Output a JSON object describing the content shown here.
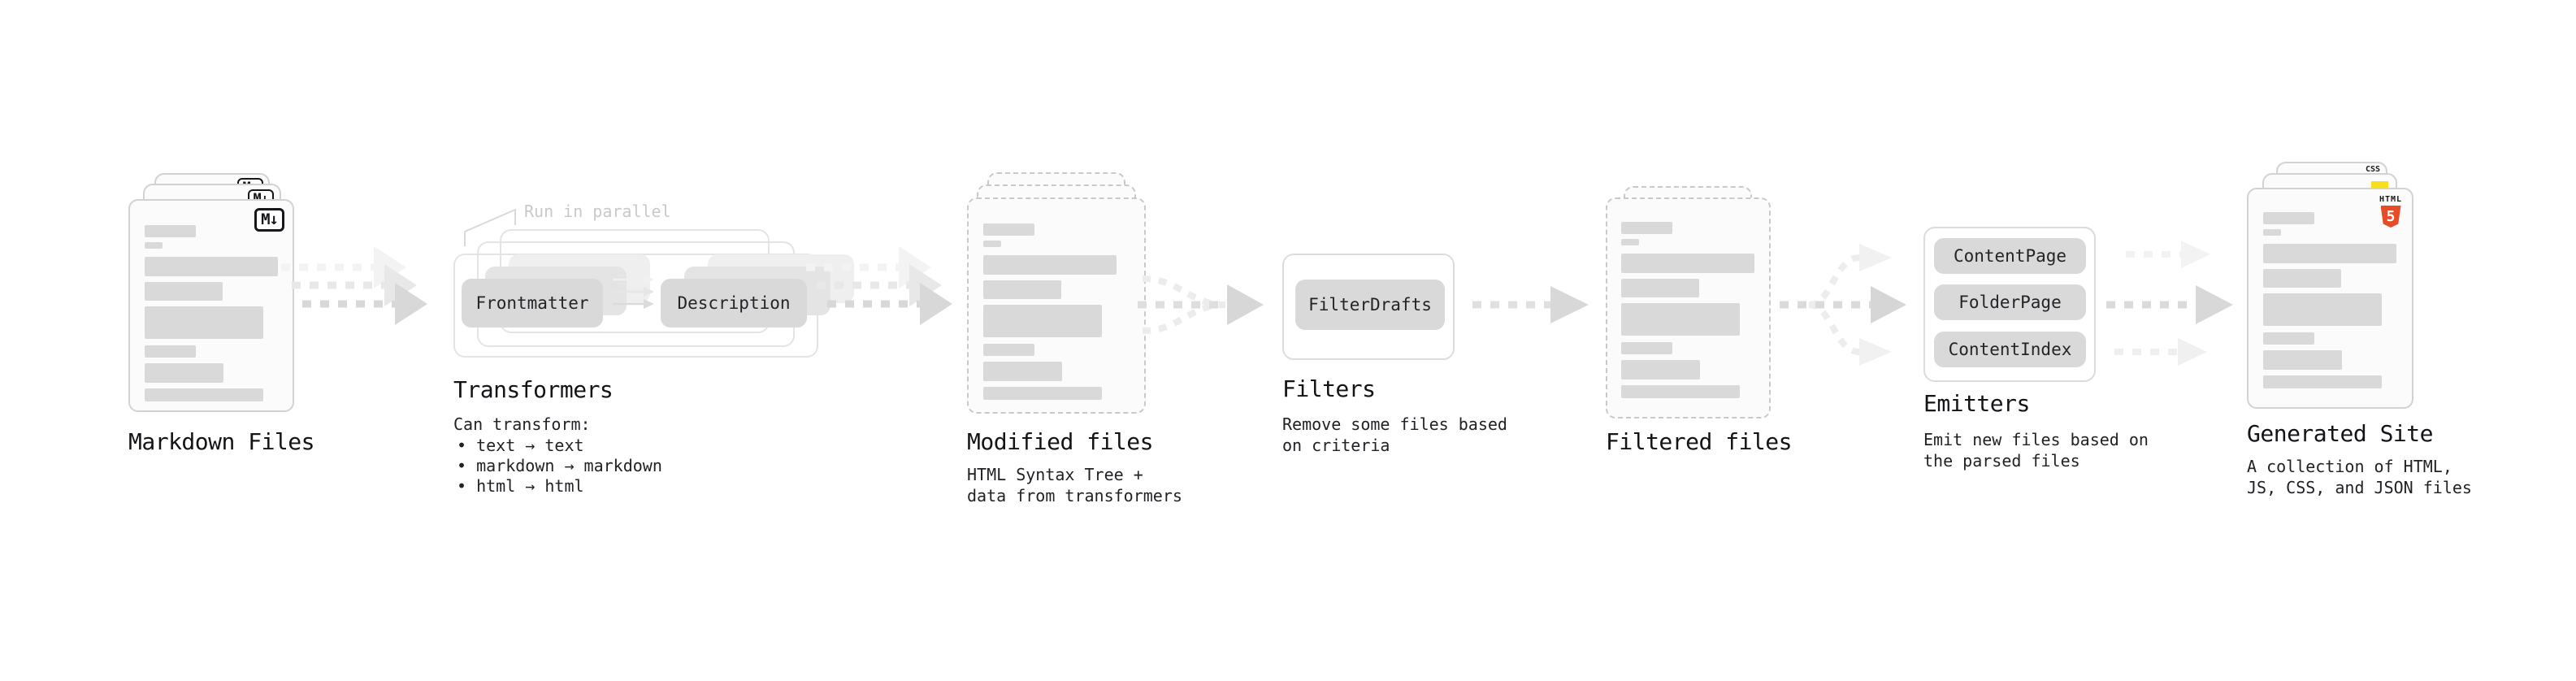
{
  "sections": {
    "markdown": {
      "label": "Markdown Files",
      "badge": "M↓"
    },
    "transformers": {
      "label": "Transformers",
      "annotation": "Run in parallel",
      "pill_left": "Frontmatter",
      "pill_right": "Description",
      "caption_title": "Can transform:",
      "bullets": [
        "• text → text",
        "• markdown → markdown",
        "• html → html"
      ]
    },
    "modified": {
      "label": "Modified files",
      "caption": [
        "HTML Syntax Tree +",
        "data from transformers"
      ]
    },
    "filters": {
      "label": "Filters",
      "pill": "FilterDrafts",
      "caption": [
        "Remove some files based",
        "on criteria"
      ]
    },
    "filtered": {
      "label": "Filtered files"
    },
    "emitters": {
      "label": "Emitters",
      "pills": [
        "ContentPage",
        "FolderPage",
        "ContentIndex"
      ],
      "caption": [
        "Emit new files based on",
        "the parsed files"
      ]
    },
    "generated": {
      "label": "Generated Site",
      "caption": [
        "A collection of HTML,",
        "JS, CSS, and JSON files"
      ],
      "badge_css": "CSS",
      "badge_html_word": "HTML",
      "badge_html_number": "5"
    }
  },
  "colors": {
    "html5_orange": "#e44d26",
    "js_yellow": "#f7df1e",
    "css_blue": "#2965f1",
    "card_border": "#d2d2d2",
    "bar_gray": "#d9d9d9",
    "arrow_gray": "#d8d8d8"
  }
}
